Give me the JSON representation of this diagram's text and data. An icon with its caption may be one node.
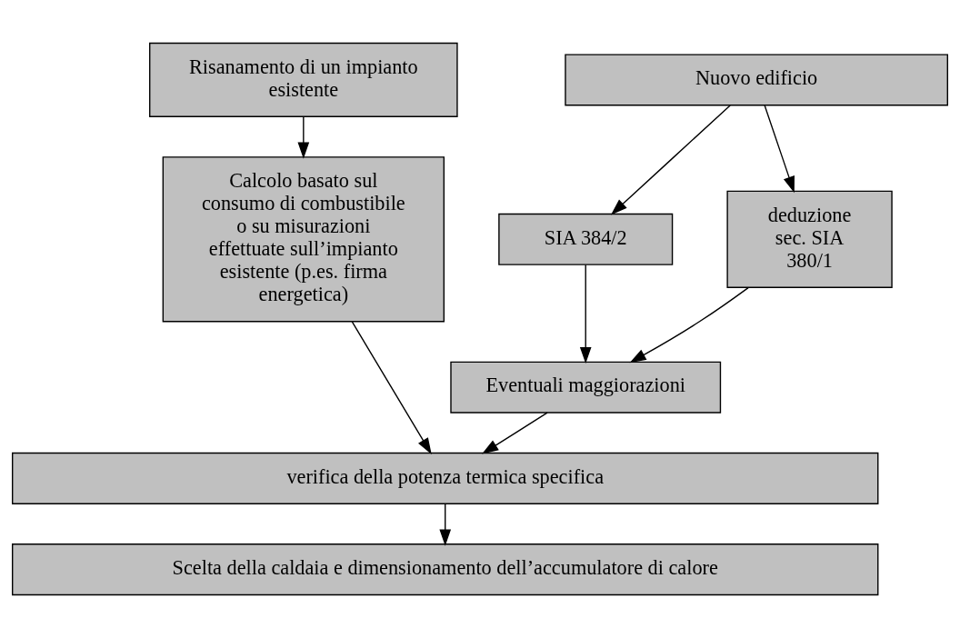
{
  "diagram": {
    "nodes": [
      {
        "text": [
          "Risanamento di un impianto esistente"
        ]
      },
      {
        "text": [
          "Nuovo edificio"
        ]
      },
      {
        "text": [
          "Calcolo basato sul consumo di combustibile o su misurazioni effettuate sull’impianto esistente (p.es. firma energetica)"
        ]
      },
      {
        "text": [
          "SIA 384/2"
        ]
      },
      {
        "text": [
          "deduzione sec. SIA 380/1"
        ]
      },
      {
        "text": [
          "Eventuali maggiorazioni"
        ]
      },
      {
        "text": [
          "verifica della potenza termica specifica"
        ]
      },
      {
        "text": [
          "Scelta della caldaia e dimensionamento dell’accumulatore di calore"
        ]
      }
    ],
    "edges": [
      {
        "from": 0,
        "to": 2,
        "arrow": "to"
      },
      {
        "from": 1,
        "to": 3,
        "arrow": "to"
      },
      {
        "from": 1,
        "to": 4,
        "arrow": "to"
      },
      {
        "from": 3,
        "to": 5,
        "arrow": "to"
      },
      {
        "from": 4,
        "to": 5,
        "arrow": "to"
      },
      {
        "from": 2,
        "to": 6,
        "arrow": "to"
      },
      {
        "from": 5,
        "to": 6,
        "arrow": "to"
      },
      {
        "from": 6,
        "to": 7,
        "arrow": "to"
      }
    ]
  }
}
